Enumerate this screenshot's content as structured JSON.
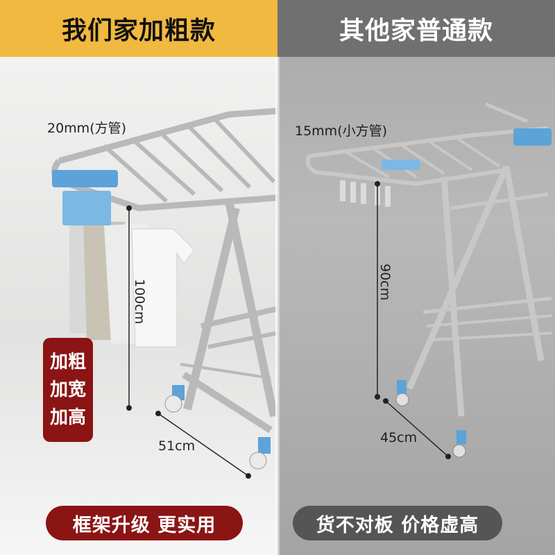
{
  "header": {
    "left_title": "我们家加粗款",
    "right_title": "其他家普通款"
  },
  "left": {
    "tube_label": "20mm(方管)",
    "height_label": "100cm",
    "depth_label": "51cm",
    "badge_lines": [
      "加粗",
      "加宽",
      "加高"
    ],
    "footer_label": "框架升级 更实用"
  },
  "right": {
    "tube_label": "15mm(小方管)",
    "height_label": "90cm",
    "depth_label": "45cm",
    "footer_label": "货不对板 价格虚高"
  },
  "colors": {
    "accent_yellow": "#f1b93f",
    "header_gray": "#707070",
    "badge_red": "#8b1414",
    "pill_gray": "#555555",
    "clip_blue": "#5ba3d9"
  }
}
